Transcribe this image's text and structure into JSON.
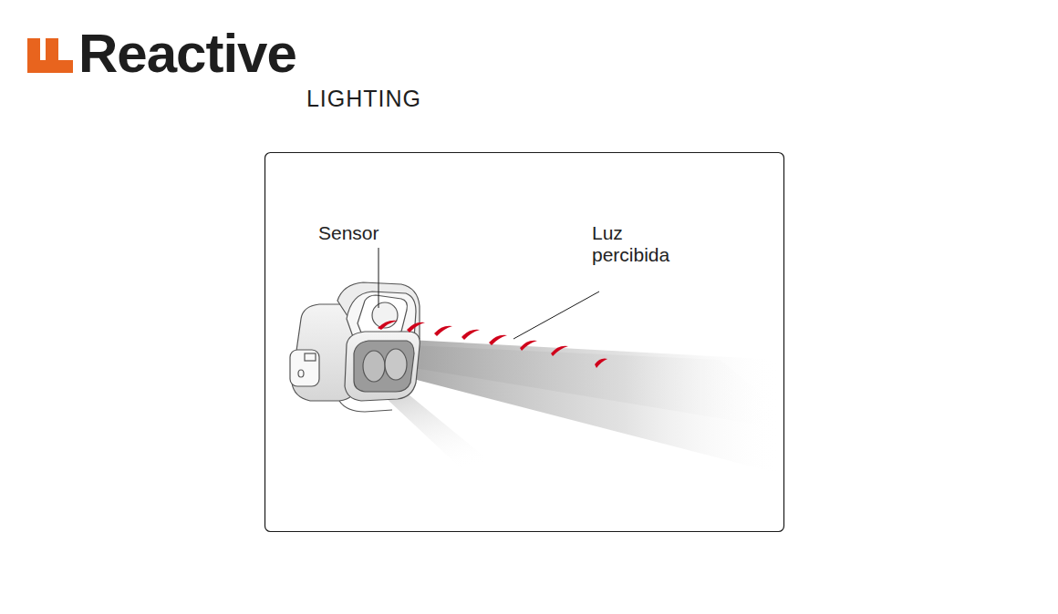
{
  "diagram": {
    "labels": [
      "Reactive",
      "LIGHTING",
      "Sensor",
      "Luz percibida"
    ]
  }
}
